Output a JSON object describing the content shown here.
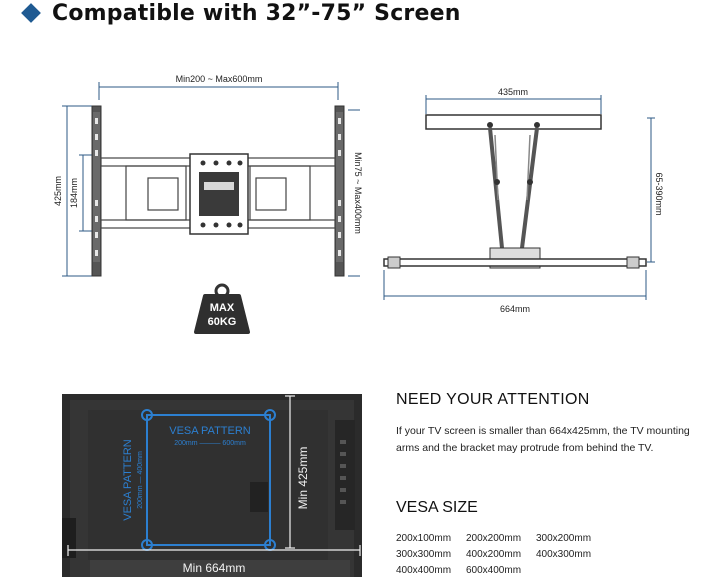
{
  "title": "Compatible with 32”-75” Screen",
  "front_view": {
    "width_label": "Min200 ~ Max600mm",
    "height_label": "425mm",
    "inner_height_label": "184mm",
    "vertical_label": "Min75 ~ Max400mm"
  },
  "badge": {
    "line1": "MAX",
    "line2": "60KG"
  },
  "top_view": {
    "top_label": "435mm",
    "depth_label": "65-390mm",
    "bottom_label": "664mm"
  },
  "photo": {
    "vesa_h": "VESA PATTERN",
    "vesa_h_sub": "200mm ——— 600mm",
    "vesa_v": "VESA PATTERN",
    "vesa_v_sub": "200mm — 400mm",
    "min_height": "Min 425mm",
    "min_width": "Min 664mm"
  },
  "attention": {
    "heading": "NEED YOUR ATTENTION",
    "body": "If your TV screen is smaller than 664x425mm, the TV mounting arms and the bracket may protrude from behind the TV."
  },
  "vesa_size": {
    "heading": "VESA SIZE",
    "items": [
      "200x100mm",
      "200x200mm",
      "300x200mm",
      "300x300mm",
      "400x200mm",
      "400x300mm",
      "400x400mm",
      "600x400mm"
    ]
  },
  "colors": {
    "accent": "#1f5a92",
    "line": "#2d5a86",
    "steel": "#4a4a4a"
  }
}
